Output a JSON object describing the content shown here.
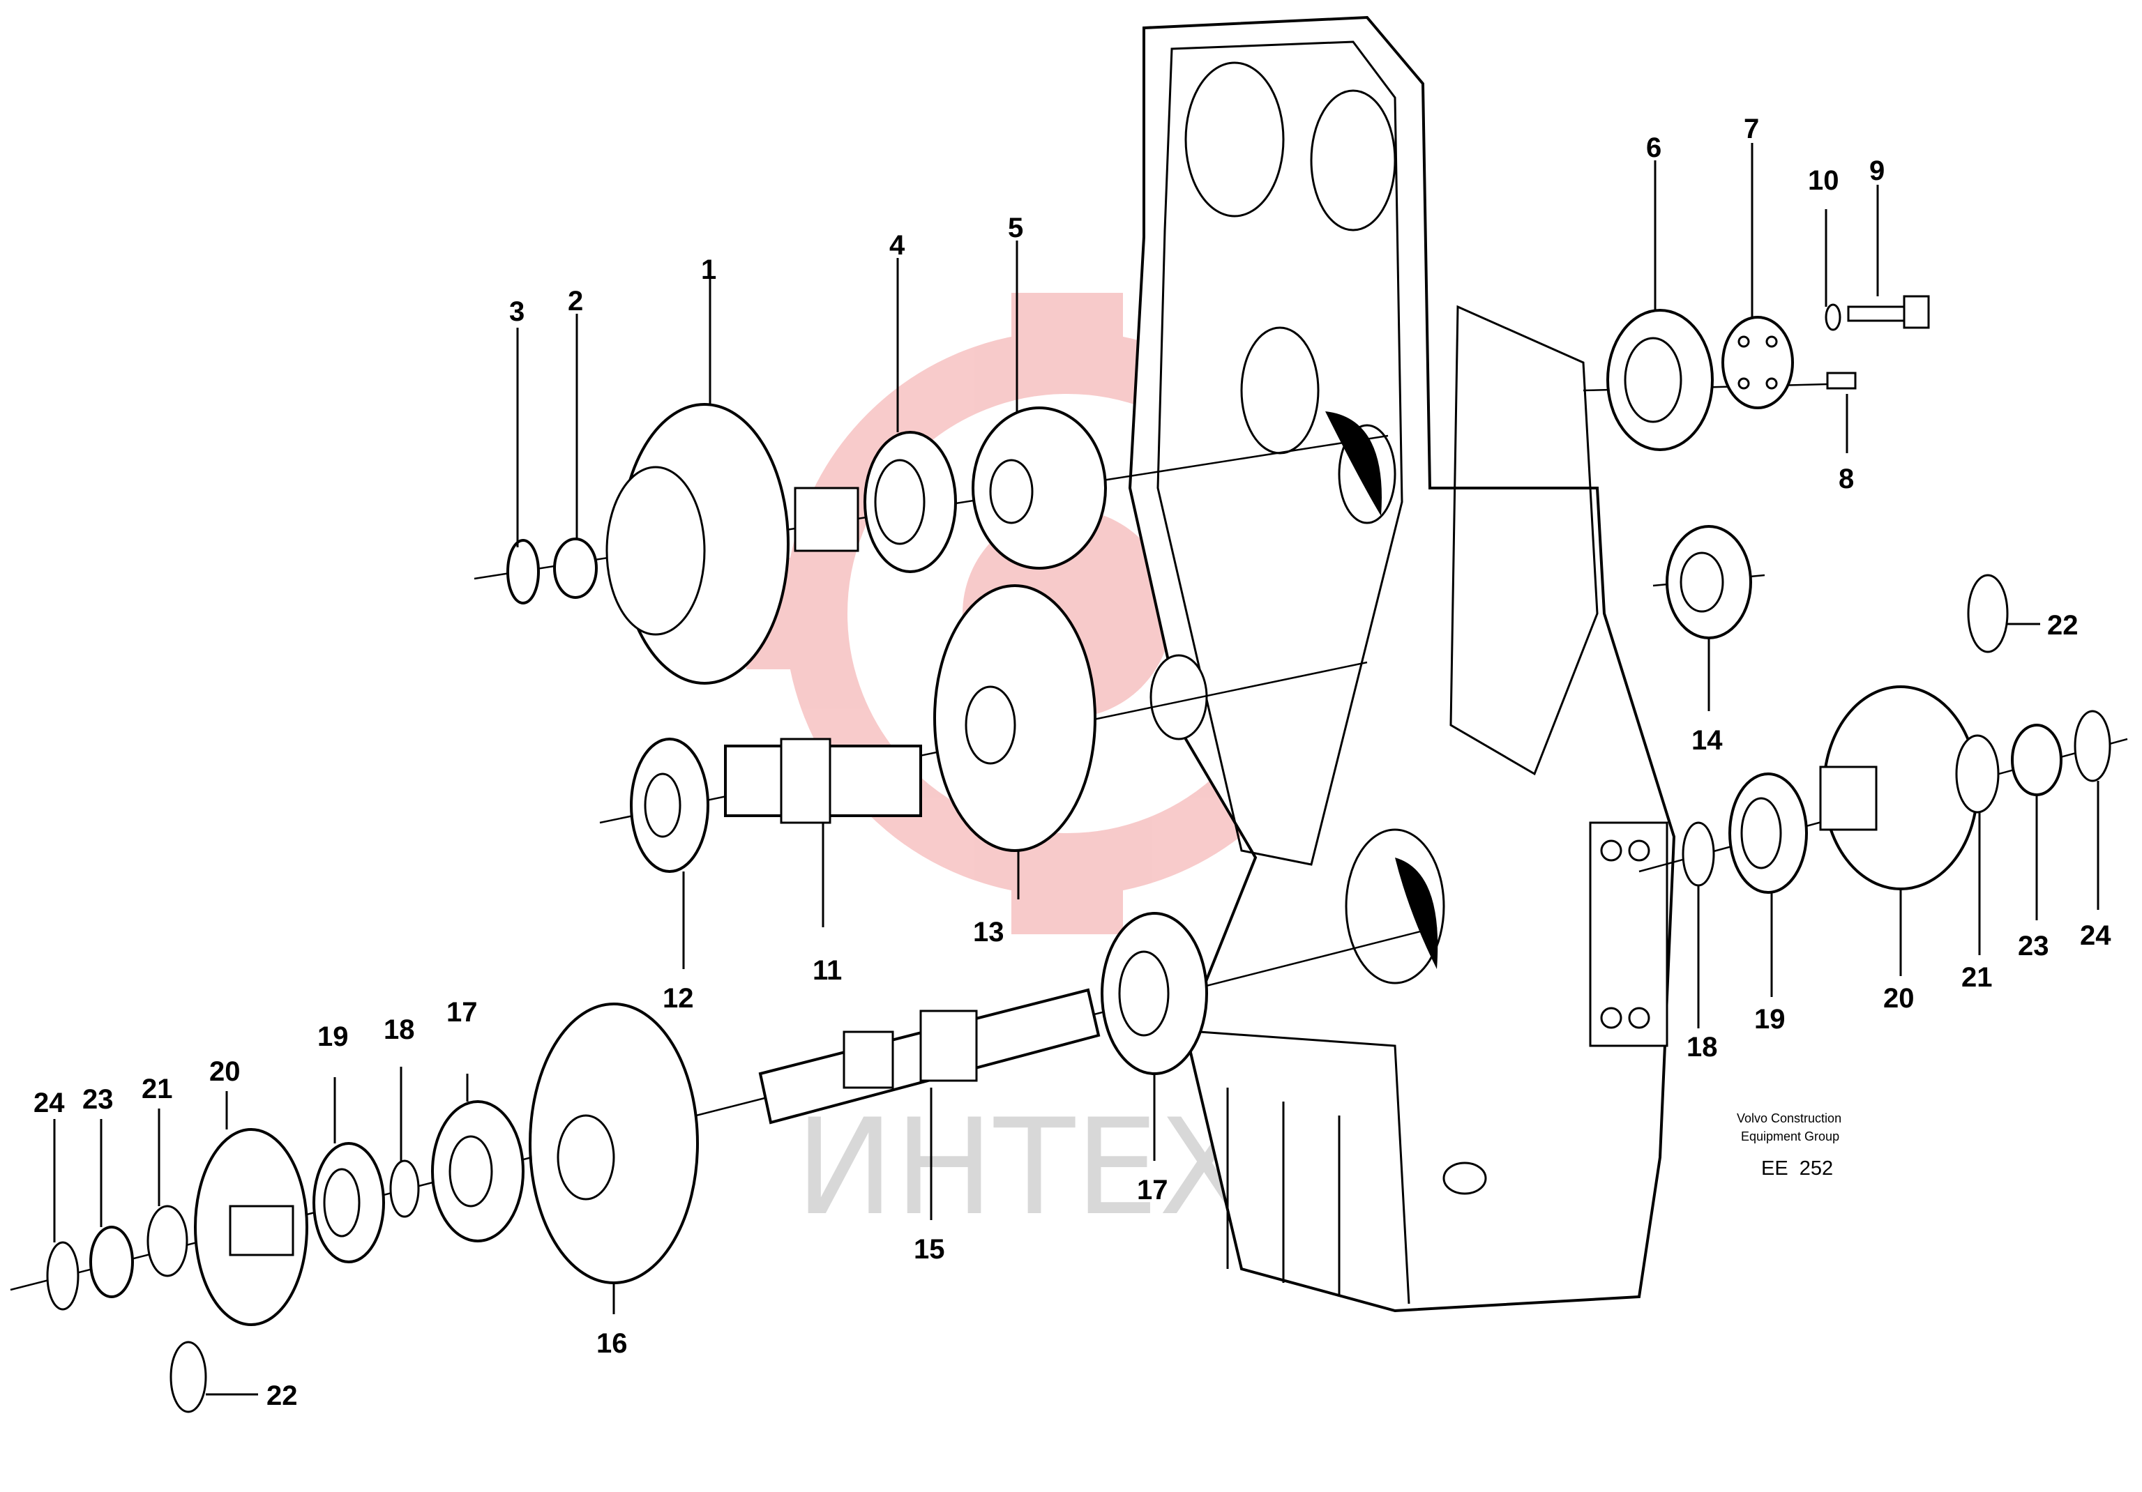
{
  "watermark": {
    "text": "ИНТЕХ",
    "color": "#f2a0a0"
  },
  "callouts": {
    "c1": "1",
    "c2": "2",
    "c3": "3",
    "c4": "4",
    "c5": "5",
    "c6": "6",
    "c7": "7",
    "c8": "8",
    "c9": "9",
    "c10": "10",
    "c11": "11",
    "c12": "12",
    "c13": "13",
    "c14": "14",
    "c15": "15",
    "c16": "16",
    "c17a": "17",
    "c17b": "17",
    "c18a": "18",
    "c18b": "18",
    "c19a": "19",
    "c19b": "19",
    "c20a": "20",
    "c20b": "20",
    "c21a": "21",
    "c21b": "21",
    "c22a": "22",
    "c22b": "22",
    "c23a": "23",
    "c23b": "23",
    "c24a": "24",
    "c24b": "24"
  },
  "caption": {
    "line1": "Volvo Construction",
    "line2": "Equipment Group",
    "code": "EE  252"
  }
}
